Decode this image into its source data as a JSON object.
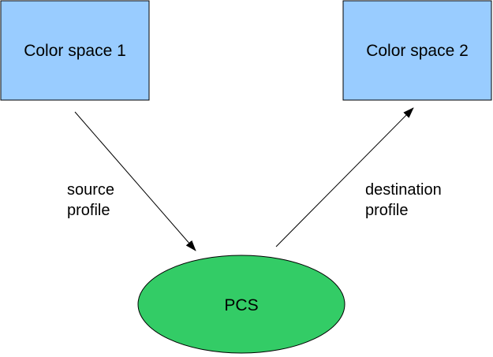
{
  "diagram": {
    "nodes": {
      "color_space_1": {
        "label": "Color space 1",
        "fill": "#99CCFF",
        "stroke": "#000000"
      },
      "color_space_2": {
        "label": "Color space 2",
        "fill": "#99CCFF",
        "stroke": "#000000"
      },
      "pcs": {
        "label": "PCS",
        "fill": "#33CC66",
        "stroke": "#000000"
      }
    },
    "edges": {
      "source": {
        "from": "Color space 1",
        "to": "PCS",
        "label_line1": "source",
        "label_line2": "profile"
      },
      "destination": {
        "from": "PCS",
        "to": "Color space 2",
        "label_line1": "destination",
        "label_line2": "profile"
      }
    }
  }
}
